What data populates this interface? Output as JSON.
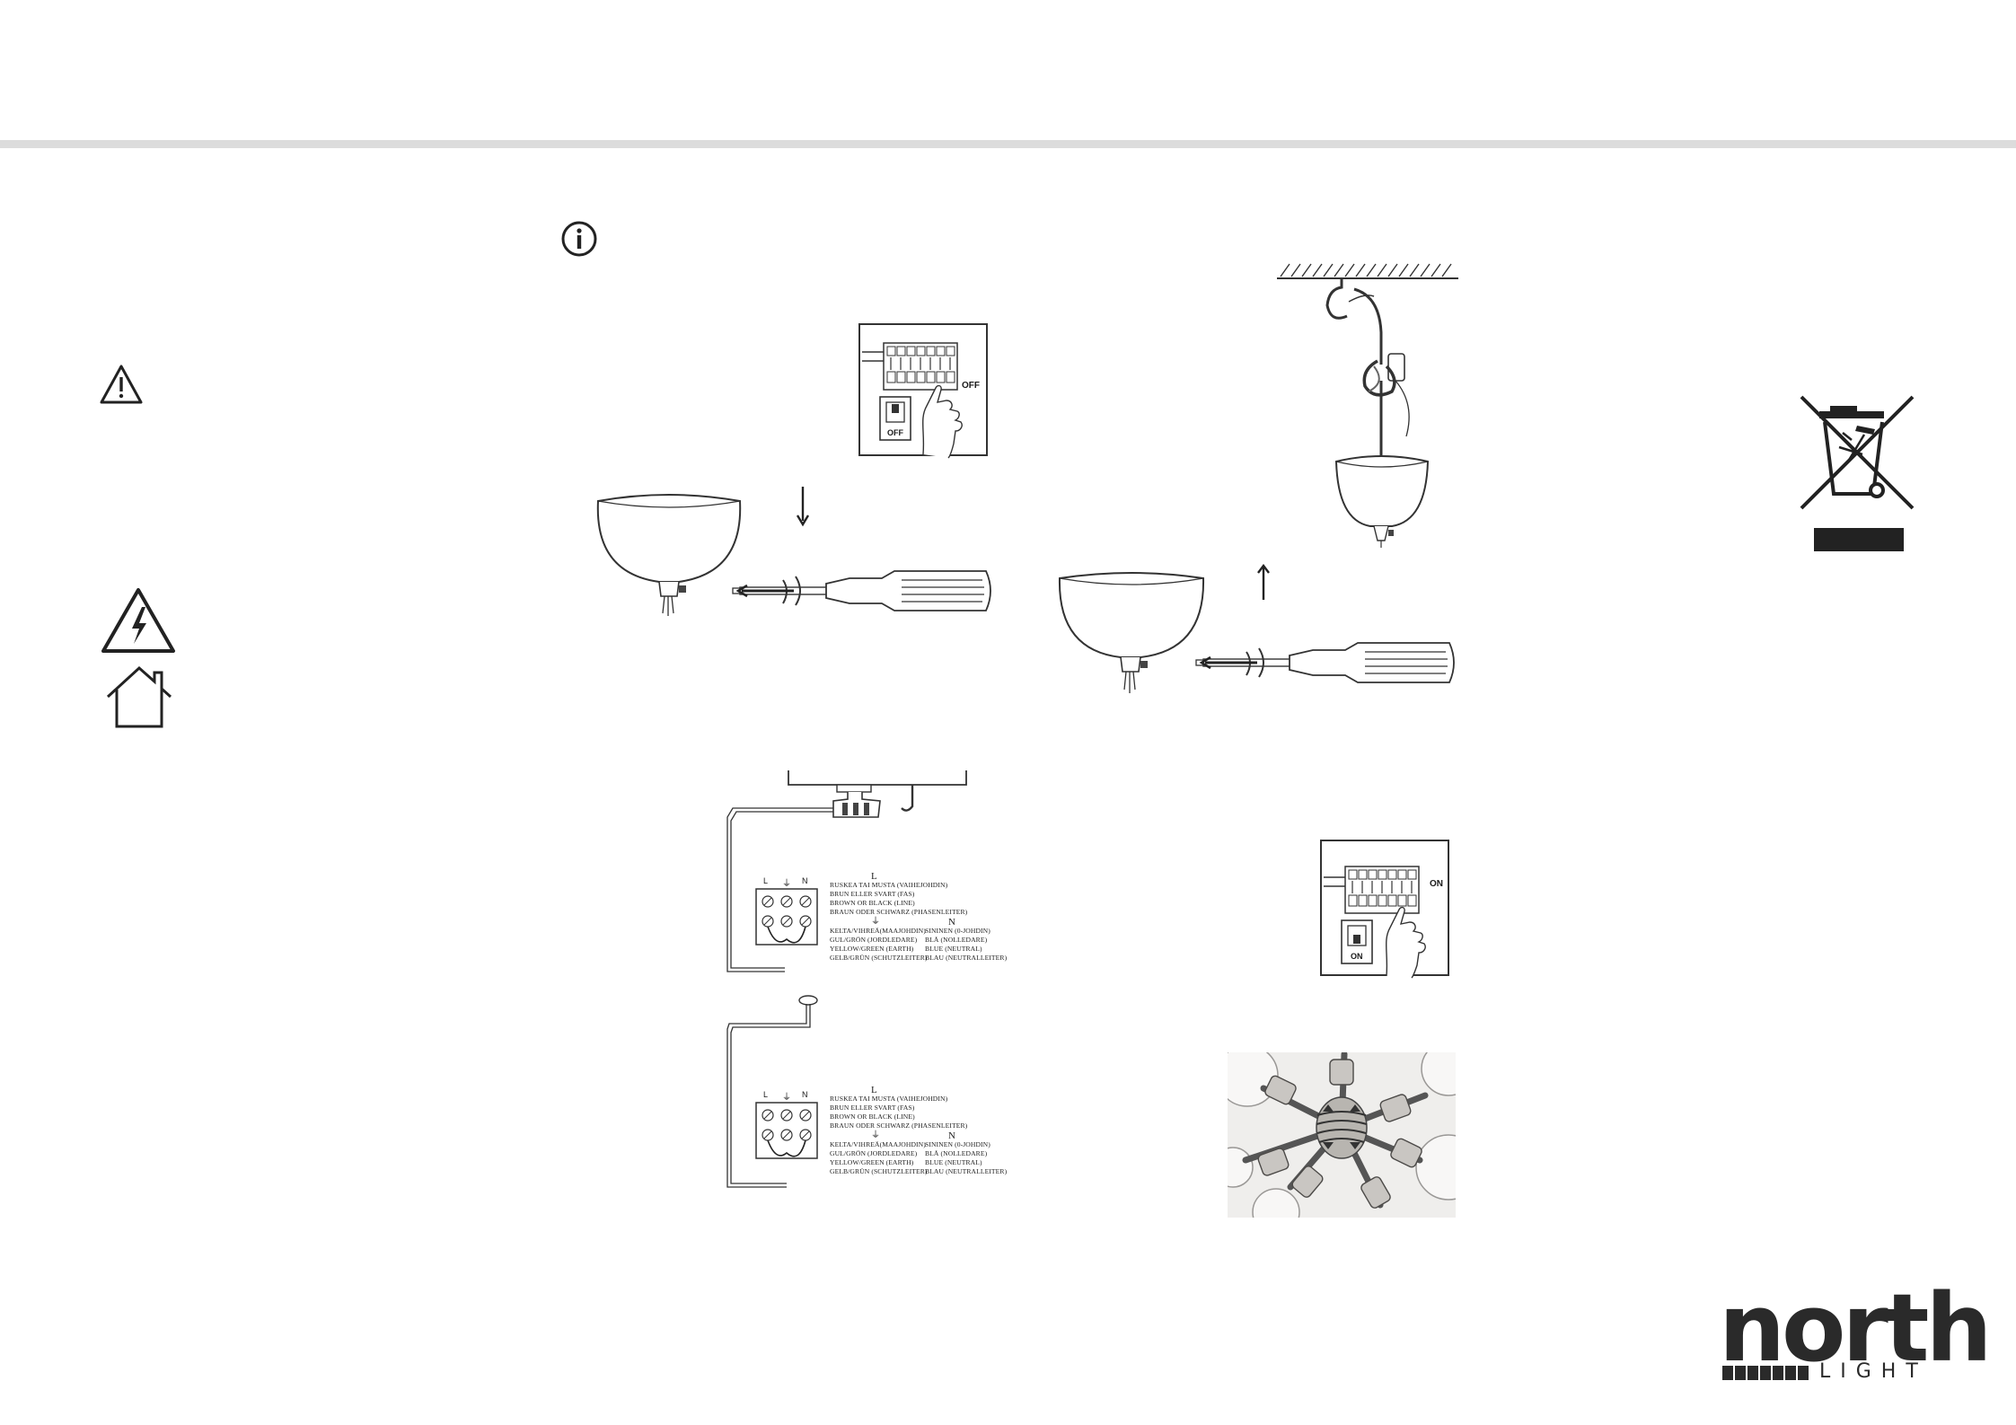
{
  "switch_panels": {
    "off_label": "OFF",
    "on_label": "ON"
  },
  "wiring_diagrams": [
    {
      "terminal_labels": {
        "L": "L",
        "earth": "⏚",
        "N": "N"
      },
      "line_head": "L",
      "line_lines": [
        "RUSKEA TAI MUSTA (VAIHEJOHDIN)",
        "BRUN ELLER SVART (FAS)",
        "BROWN OR BLACK (LINE)",
        "BRAUN ODER SCHWARZ (PHASENLEITER)"
      ],
      "earth_head": "⏚",
      "earth_lines": [
        "KELTA/VIHREÄ(MAAJOHDIN)",
        "GUL/GRÖN (JORDLEDARE)",
        "YELLOW/GREEN (EARTH)",
        "GELB/GRÜN (SCHUTZLEITER)"
      ],
      "neutral_head": "N",
      "neutral_lines": [
        "SININEN (0-JOHDIN)",
        "BLÅ (NOLLEDARE)",
        "BLUE (NEUTRAL)",
        "BLAU (NEUTRALLEITER)"
      ]
    },
    {
      "terminal_labels": {
        "L": "L",
        "earth": "⏚",
        "N": "N"
      },
      "line_head": "L",
      "line_lines": [
        "RUSKEA TAI MUSTA (VAIHEJOHDIN)",
        "BRUN ELLER SVART (FAS)",
        "BROWN OR BLACK (LINE)",
        "BRAUN ODER SCHWARZ (PHASENLEITER)"
      ],
      "earth_head": "⏚",
      "earth_lines": [
        "KELTA/VIHREÄ(MAAJOHDIN)",
        "GUL/GRÖN (JORDLEDARE)",
        "YELLOW/GREEN (EARTH)",
        "GELB/GRÜN (SCHUTZLEITER)"
      ],
      "neutral_head": "N",
      "neutral_lines": [
        "SININEN (0-JOHDIN)",
        "BLÅ (NOLLEDARE)",
        "BLUE (NEUTRAL)",
        "BLAU (NEUTRALLEITER)"
      ]
    }
  ],
  "logo": {
    "word": "north",
    "sub": "LIGHT"
  },
  "icons": [
    "info-icon",
    "warning-triangle-icon",
    "electric-hazard-icon",
    "indoor-use-house-icon",
    "weee-crossed-bin-icon"
  ]
}
